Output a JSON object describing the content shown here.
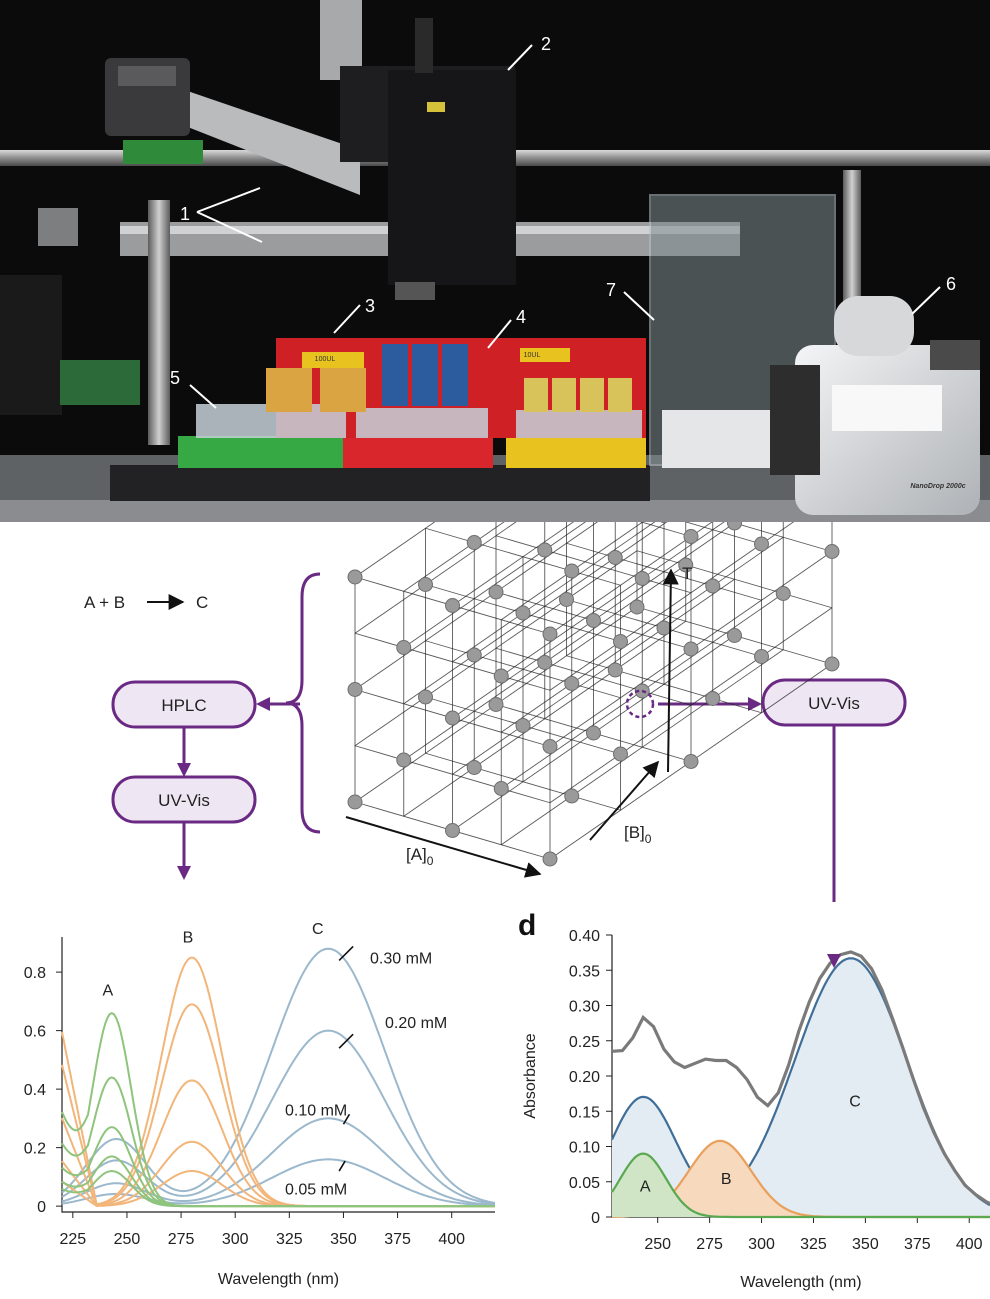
{
  "photo": {
    "labels": [
      "1",
      "2",
      "3",
      "4",
      "5",
      "6",
      "7"
    ],
    "vial_tags": [
      "100UL",
      "10UL"
    ],
    "instrument_brand": "NanoDrop 2000c"
  },
  "schematic": {
    "reaction": "A + B → C",
    "reaction_a": "A + B",
    "reaction_c": "C",
    "hplc": "HPLC",
    "uvvis_left": "UV-Vis",
    "uvvis_right": "UV-Vis",
    "axis_T": "T",
    "axis_A": "[A]",
    "axis_A_sub": "0",
    "axis_B": "[B]",
    "axis_B_sub": "0",
    "accent_color": "#6a2a83"
  },
  "chart_data": [
    {
      "type": "line",
      "title": "",
      "xlabel": "Wavelength (nm)",
      "ylabel": "",
      "xlim": [
        220,
        420
      ],
      "ylim": [
        -0.02,
        0.92
      ],
      "xticks": [
        225,
        250,
        275,
        300,
        325,
        350,
        375,
        400
      ],
      "yticks": [
        0,
        0.2,
        0.4,
        0.6,
        0.8
      ],
      "ytick_labels": [
        "0",
        "0.2",
        "0.4",
        "0.6",
        "0.8"
      ],
      "peak_labels": [
        {
          "text": "A",
          "x": 243,
          "y": 0.7
        },
        {
          "text": "B",
          "x": 280,
          "y": 0.88
        },
        {
          "text": "C",
          "x": 340,
          "y": 0.91
        }
      ],
      "series_annotations": [
        "0.30 mM",
        "0.20 mM",
        "0.10 mM",
        "0.05 mM"
      ],
      "series": [
        {
          "component": "C",
          "color": "#9bb8cc",
          "peak_x": 343,
          "width": 26,
          "scale": 0.88
        },
        {
          "component": "C",
          "color": "#9bb8cc",
          "peak_x": 343,
          "width": 26,
          "scale": 0.6
        },
        {
          "component": "C",
          "color": "#9bb8cc",
          "peak_x": 343,
          "width": 26,
          "scale": 0.3
        },
        {
          "component": "C",
          "color": "#9bb8cc",
          "peak_x": 343,
          "width": 26,
          "scale": 0.16
        },
        {
          "component": "B",
          "color": "#f2b57a",
          "peak_x": 280,
          "width": 14,
          "scale": 0.85
        },
        {
          "component": "B",
          "color": "#f2b57a",
          "peak_x": 280,
          "width": 14,
          "scale": 0.69
        },
        {
          "component": "B",
          "color": "#f2b57a",
          "peak_x": 280,
          "width": 14,
          "scale": 0.43
        },
        {
          "component": "B",
          "color": "#f2b57a",
          "peak_x": 280,
          "width": 14,
          "scale": 0.22
        },
        {
          "component": "B",
          "color": "#f2b57a",
          "peak_x": 280,
          "width": 14,
          "scale": 0.12
        },
        {
          "component": "A",
          "color": "#8fc47c",
          "peak_x": 243,
          "width": 9,
          "scale": 0.66
        },
        {
          "component": "A",
          "color": "#8fc47c",
          "peak_x": 243,
          "width": 9,
          "scale": 0.44
        },
        {
          "component": "A",
          "color": "#8fc47c",
          "peak_x": 243,
          "width": 9,
          "scale": 0.27
        },
        {
          "component": "A",
          "color": "#8fc47c",
          "peak_x": 243,
          "width": 9,
          "scale": 0.17
        },
        {
          "component": "A",
          "color": "#8fc47c",
          "peak_x": 243,
          "width": 9,
          "scale": 0.12
        }
      ]
    },
    {
      "type": "area",
      "panel_label": "d",
      "title": "",
      "xlabel": "Wavelength (nm)",
      "ylabel": "Absorbance",
      "xlim": [
        228,
        410
      ],
      "ylim": [
        0,
        0.4
      ],
      "xticks": [
        250,
        275,
        300,
        325,
        350,
        375,
        400
      ],
      "yticks": [
        0,
        0.05,
        0.1,
        0.15,
        0.2,
        0.25,
        0.3,
        0.35,
        0.4
      ],
      "ytick_labels": [
        "0",
        "0.05",
        "0.10",
        "0.15",
        "0.20",
        "0.25",
        "0.30",
        "0.35",
        "0.40"
      ],
      "area_labels": [
        {
          "text": "A",
          "x": 244,
          "y": 0.045
        },
        {
          "text": "B",
          "x": 283,
          "y": 0.055
        },
        {
          "text": "C",
          "x": 345,
          "y": 0.165
        }
      ],
      "series": [
        {
          "component": "A",
          "color": "#5aa84f",
          "fill": "#cfe5c6",
          "peak_x": 243,
          "peak_y": 0.09,
          "width": 11
        },
        {
          "component": "B",
          "color": "#e9a05a",
          "fill": "#f7d9bd",
          "peak_x": 280,
          "peak_y": 0.108,
          "width": 15
        },
        {
          "component": "C",
          "color": "#3f6f98",
          "fill": "#e3ebf3",
          "peak_x": 343,
          "peak_y": 0.367,
          "width": 27
        },
        {
          "component": "measured",
          "color": "#7a7a7a",
          "x": [
            228,
            233,
            238,
            243,
            248,
            253,
            258,
            263,
            268,
            273,
            278,
            283,
            288,
            293,
            298,
            303,
            308,
            313,
            318,
            323,
            328,
            333,
            338,
            343,
            348,
            353,
            358,
            363,
            368,
            373,
            378,
            383,
            388,
            393,
            398,
            403,
            408,
            410
          ],
          "y": [
            0.235,
            0.236,
            0.254,
            0.283,
            0.27,
            0.238,
            0.22,
            0.212,
            0.218,
            0.224,
            0.222,
            0.222,
            0.212,
            0.195,
            0.17,
            0.158,
            0.176,
            0.215,
            0.264,
            0.305,
            0.338,
            0.36,
            0.372,
            0.376,
            0.37,
            0.352,
            0.322,
            0.282,
            0.24,
            0.196,
            0.155,
            0.12,
            0.09,
            0.066,
            0.045,
            0.032,
            0.022,
            0.019
          ]
        }
      ]
    }
  ]
}
